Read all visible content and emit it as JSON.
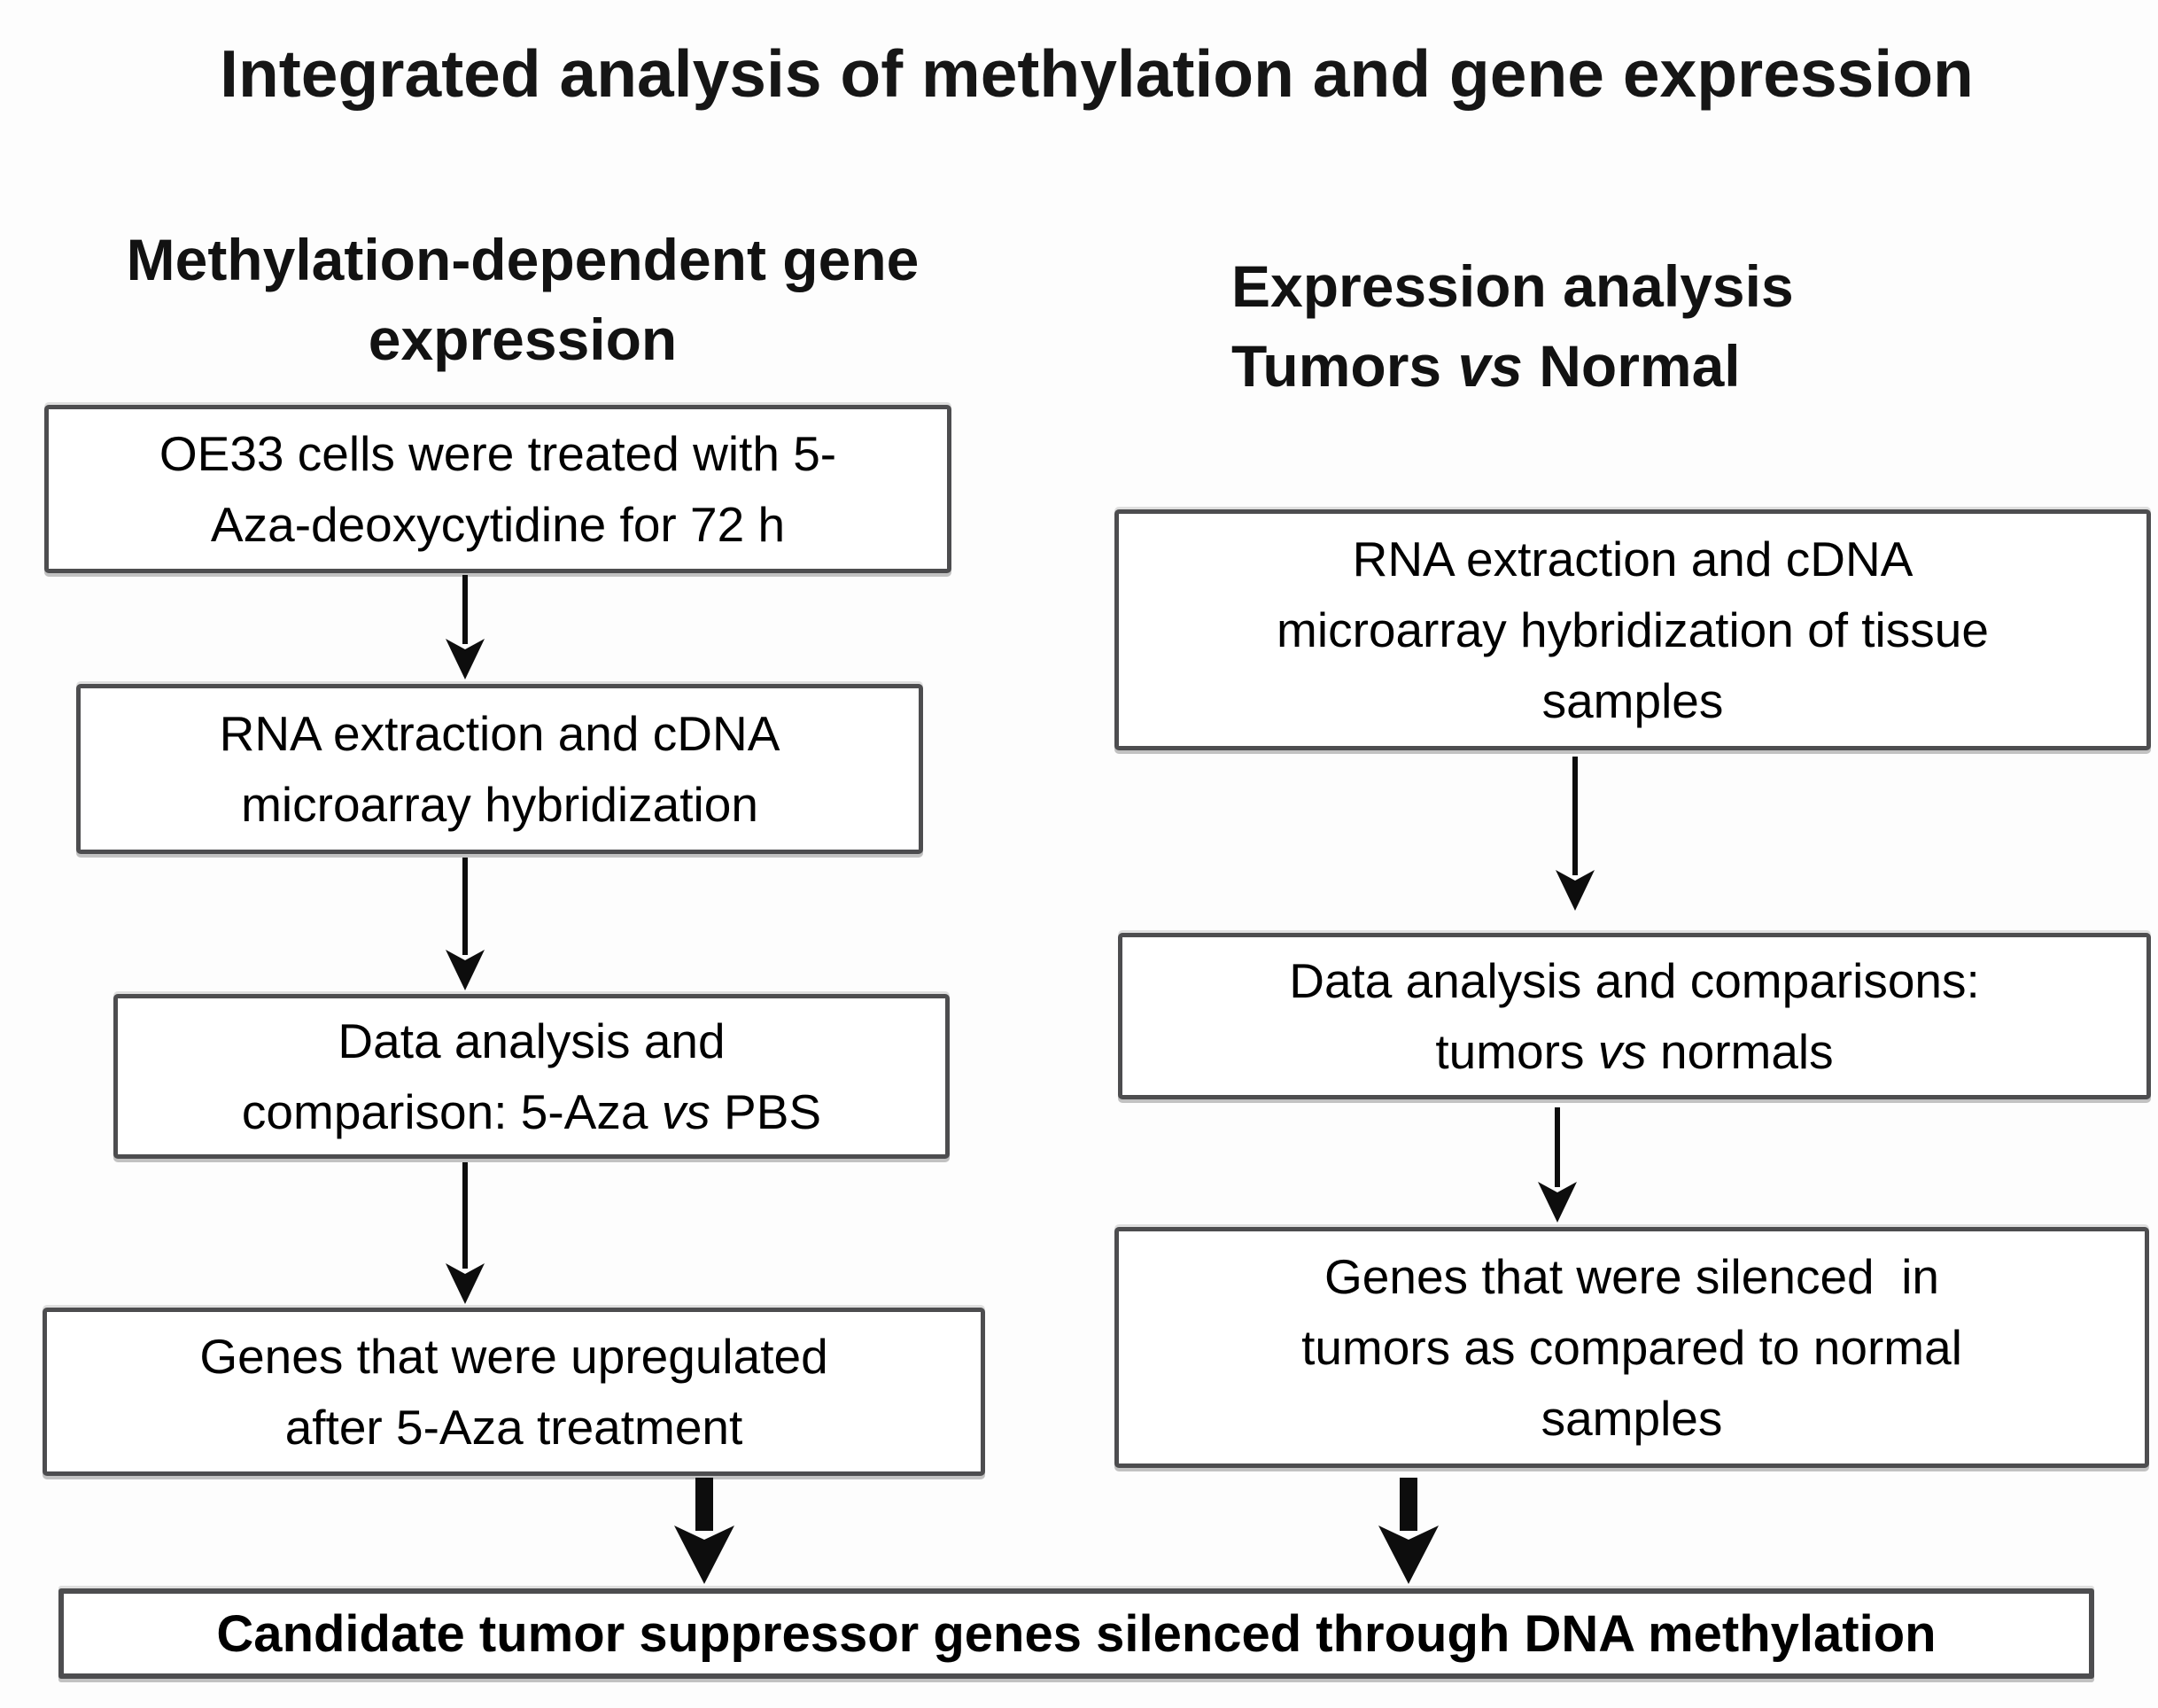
{
  "colors": {
    "background": "#fdfdfd",
    "box_fill": "#ffffff",
    "box_border": "#4d4d4f",
    "text": "#000000",
    "arrow": "#0d0d0d"
  },
  "figure": {
    "title": "Integrated analysis of methylation and gene expression"
  },
  "left_column": {
    "header_lines": [
      [
        {
          "t": "Methylation-dependent gene"
        }
      ],
      [
        {
          "t": "expression"
        }
      ]
    ],
    "boxes": [
      {
        "name": "oe33-5aza-treatment",
        "lines": [
          [
            {
              "t": "OE33 cells were treated with 5-"
            }
          ],
          [
            {
              "t": "Aza-deoxycytidine for 72 h"
            }
          ]
        ]
      },
      {
        "name": "rna-extraction-cell-line",
        "lines": [
          [
            {
              "t": "RNA extraction and cDNA"
            }
          ],
          [
            {
              "t": "microarray hybridization"
            }
          ]
        ]
      },
      {
        "name": "data-analysis-5aza-vs-pbs",
        "lines": [
          [
            {
              "t": "Data analysis and"
            }
          ],
          [
            {
              "t": "comparison: 5-Aza "
            },
            {
              "t": "vs",
              "i": true
            },
            {
              "t": " PBS"
            }
          ]
        ]
      },
      {
        "name": "genes-upregulated-after-5aza",
        "lines": [
          [
            {
              "t": "Genes that were upregulated"
            }
          ],
          [
            {
              "t": "after 5-Aza treatment"
            }
          ]
        ]
      }
    ]
  },
  "right_column": {
    "header_lines": [
      [
        {
          "t": "Expression analysis"
        }
      ],
      [
        {
          "t": "Tumors "
        },
        {
          "t": "vs",
          "i": true
        },
        {
          "t": " Normal"
        }
      ]
    ],
    "boxes": [
      {
        "name": "rna-extraction-tissue-samples",
        "lines": [
          [
            {
              "t": "RNA extraction and cDNA"
            }
          ],
          [
            {
              "t": "microarray hybridization of tissue"
            }
          ],
          [
            {
              "t": "samples"
            }
          ]
        ]
      },
      {
        "name": "data-analysis-tumors-vs-normals",
        "lines": [
          [
            {
              "t": "Data analysis and comparisons:"
            }
          ],
          [
            {
              "t": "tumors "
            },
            {
              "t": "vs",
              "i": true
            },
            {
              "t": " normals"
            }
          ]
        ]
      },
      {
        "name": "genes-silenced-in-tumors",
        "lines": [
          [
            {
              "t": "Genes that were silenced  in"
            }
          ],
          [
            {
              "t": "tumors as compared to normal"
            }
          ],
          [
            {
              "t": "samples"
            }
          ]
        ]
      }
    ]
  },
  "bottom_banner": {
    "label": "Candidate tumor suppressor genes silenced through DNA methylation"
  }
}
